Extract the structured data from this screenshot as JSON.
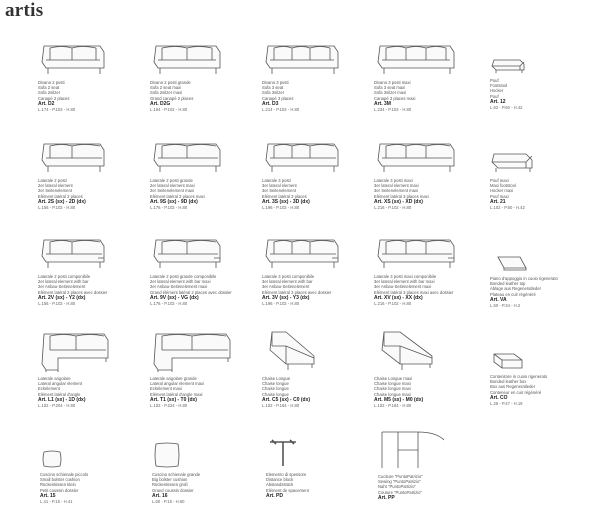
{
  "brand": "artis",
  "rows": [
    [
      {
        "lines": [
          "Divano 2 posti",
          "Sofa 2 seat",
          "Sofa 2sitzer",
          "Canapé 2 places"
        ],
        "art": "Art. D2",
        "dim": "L.174 - P.102 - H.80"
      },
      {
        "lines": [
          "Divano 2 posti grande",
          "Sofa 2 seat maxi",
          "Sofa 2sitzer maxi",
          "Grand canapé 2 places"
        ],
        "art": "Art. D2G",
        "dim": "L.194 - P.102 - H.80"
      },
      {
        "lines": [
          "Divano 3 posti",
          "Sofa 3 seat",
          "Sofa 3sitzer",
          "Canapé 3 places"
        ],
        "art": "Art. D3",
        "dim": "L.214 - P.102 - H.80"
      },
      {
        "lines": [
          "Divano 3 posti maxi",
          "Sofa 3 seat maxi",
          "Sofa 3sitzer maxi",
          "Canapé 3 places maxi"
        ],
        "art": "Art. 3M",
        "dim": "L.234 - P.102 - H.80"
      },
      {
        "lines": [
          "Pouf",
          "Footstool",
          "Hocker",
          "Pouf"
        ],
        "art": "Art. 12",
        "dim": "L.62 - P.60 - H.42"
      }
    ],
    [
      {
        "lines": [
          "Laterale 2 posti",
          "2er lateral element",
          "2er Seitenelement",
          "Elément latéral 2 places"
        ],
        "art": "Art. 2S (sx) - 2D (dx)",
        "dim": "L.156 - P.102 - H.80"
      },
      {
        "lines": [
          "Laterale 2 posti grande",
          "2er lateral element maxi",
          "2er Seitenelement maxi",
          "Elément latéral 2 places maxi"
        ],
        "art": "Art. 9S (sx) - 9D (dx)",
        "dim": "L.176 - P.102 - H.80"
      },
      {
        "lines": [
          "Laterale 3 posti",
          "3er lateral element",
          "3er Seitenelement",
          "Elément latéral 3 places"
        ],
        "art": "Art. 3S (sx) - 3D (dx)",
        "dim": "L.196 - P.102 - H.80"
      },
      {
        "lines": [
          "Laterale 3 posti maxi",
          "3er lateral element maxi",
          "3er Seitenelement maxi",
          "Elément latéral 3 places maxi"
        ],
        "art": "Art. XS (sx) - XD (dx)",
        "dim": "L.216 - P.102 - H.80"
      },
      {
        "lines": [
          "Pouf maxi",
          "Maxi footstool",
          "Hocker maxi",
          "Pouf maxi"
        ],
        "art": "Art. 21",
        "dim": "L.102 - P.60 - H.42"
      }
    ],
    [
      {
        "lines": [
          "Laterale 2 posti componibile",
          "2er lateral element with bar",
          "2er Anbau-Seitenelement",
          "Elément latéral 2 places avec dossier"
        ],
        "art": "Art. 2V (sx) - Y2 (dx)",
        "dim": "L.156 - P.102 - H.80"
      },
      {
        "lines": [
          "Laterale 2 posti grande componibile",
          "2er lateral element with bar maxi",
          "2er Anbau-Seitenelement maxi",
          "Grand élément latéral 2 places avec dossier"
        ],
        "art": "Art. 9V (sx) - VG (dx)",
        "dim": "L.176 - P.102 - H.80"
      },
      {
        "lines": [
          "Laterale 3 posti componibile",
          "3er lateral element with bar",
          "3er Anbau-Seitenelement",
          "Elément latéral 3 places avec dossier"
        ],
        "art": "Art. 3V (sx) - Y3 (dx)",
        "dim": "L.196 - P.102 - H.80"
      },
      {
        "lines": [
          "Laterale 3 posti maxi componibile",
          "3er lateral element with bar maxi",
          "3er Anbau-Seitenelement maxi",
          "Elément latéral 3 places maxi avec dossier"
        ],
        "art": "Art. XV (sx) - XX (dx)",
        "dim": "L.216 - P.102 - H.80"
      },
      {
        "lines": [
          "Piano d'appoggio in cuoio rigenerato",
          "Bonded leather top",
          "Ablage aus Regeneratleder",
          "Plateau en cuir régénéré"
        ],
        "art": "Art. VA",
        "dim": "L.50 - P.34 - H.2"
      }
    ],
    [
      {
        "lines": [
          "Laterale angolare",
          "Lateral angular element",
          "Eckelement",
          "Elément latéral d'angle"
        ],
        "art": "Art. L1 (sx) - 1D (dx)",
        "dim": "L.102 - P.204 - H.80"
      },
      {
        "lines": [
          "Laterale angolare grande",
          "Lateral angular element maxi",
          "Eckelement maxi",
          "Elément latéral d'angle maxi"
        ],
        "art": "Art. T1 (sx) - T0 (dx)",
        "dim": "L.102 - P.224 - H.80"
      },
      {
        "lines": [
          "Chaise Longue",
          "Chaise longue",
          "Chaise longue",
          "Chaise longue"
        ],
        "art": "Art. C5 (sx) - C0 (dx)",
        "dim": "L.102 - P.164 - H.80"
      },
      {
        "lines": [
          "Chaise Longue maxi",
          "Chaise longue maxi",
          "Chaise longue maxi",
          "Chaise longue maxi"
        ],
        "art": "Art. M5 (sx) - M0 (dx)",
        "dim": "L.102 - P.184 - H.80"
      },
      {
        "lines": [
          "Contenitore in cuoio rigenerato",
          "Bonded leather box",
          "Box aus Regeneratleder",
          "Conteneur en cuir régénéré"
        ],
        "art": "Art. CO",
        "dim": "L.26 - P.47 - H.19"
      }
    ],
    [
      {
        "lines": [
          "Cuscino schienale piccolo",
          "Small bolster cushion",
          "Rückenkissen klein",
          "Petit coussin dossier"
        ],
        "art": "Art. 15",
        "dim": "L.41 - P.15 - H.41"
      },
      {
        "lines": [
          "Cuscino schienale grande",
          "Big bolster cushion",
          "Rückenkissen groß",
          "Grand coussin dossier"
        ],
        "art": "Art. 16",
        "dim": "L.60 - P.15 - H.60"
      },
      {
        "lines": [
          "Elemento di spessore",
          "Distance block",
          "Abstandsstück",
          "Elément de spacement"
        ],
        "art": "Art. PD",
        "dim": ""
      },
      {
        "lines": [
          "Cuciture \"PuntoPatrizio\"",
          "Sewing \"PuntoPatrizio\"",
          "Naht \"PuntoPatrizio\"",
          "Couture \"PuntoPatrizio\""
        ],
        "art": "Art. PP",
        "dim": ""
      }
    ]
  ]
}
